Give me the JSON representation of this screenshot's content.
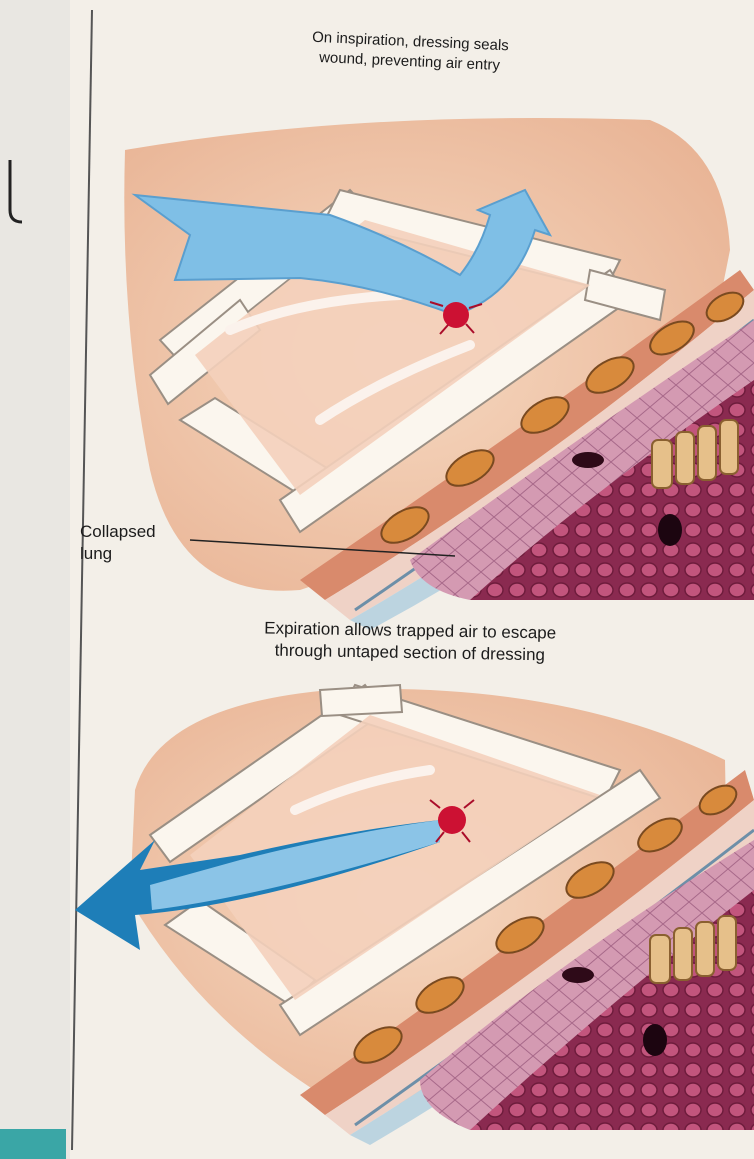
{
  "captions": {
    "top_line1": "On inspiration, dressing seals",
    "top_line2": "wound, preventing air entry",
    "middle_line1": "Expiration allows trapped air to escape",
    "middle_line2": "through untaped section of dressing",
    "lung_line1": "Collapsed",
    "lung_line2": "lung"
  },
  "colors": {
    "page": "#f3efe8",
    "skin": "#f0c6a8",
    "lung": "#8e2b52",
    "arrow_light": "#7fbfe6",
    "arrow_dark": "#1e7eb8",
    "wound": "#cc1133",
    "accent_tab": "#3aa6a6"
  }
}
